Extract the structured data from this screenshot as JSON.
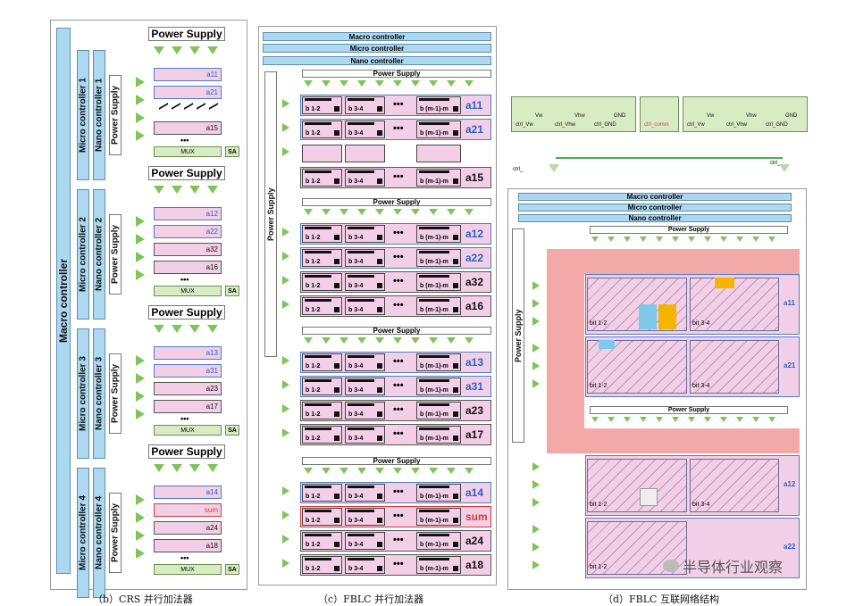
{
  "captions": {
    "b": "（b）CRS 并行加法器",
    "c": "（c）FBLC 并行加法器",
    "d": "（d）FBLC 互联网络结构"
  },
  "crs": {
    "macro": "Macro controller",
    "power": "Power Supply",
    "groups": [
      {
        "micro": "Micro controller 1",
        "nano": "Nano controller 1",
        "rows": [
          "a11",
          "a21",
          "",
          "a15"
        ],
        "row_colors": [
          "blue",
          "blue",
          "none",
          "black"
        ]
      },
      {
        "micro": "Micro controller 2",
        "nano": "Nano controller 2",
        "rows": [
          "a12",
          "a22",
          "a32",
          "a16"
        ],
        "row_colors": [
          "blue",
          "blue",
          "black",
          "black"
        ]
      },
      {
        "micro": "Micro controller 3",
        "nano": "Nano controller 3",
        "rows": [
          "a13",
          "a31",
          "a23",
          "a17"
        ],
        "row_colors": [
          "blue",
          "blue",
          "black",
          "black"
        ]
      },
      {
        "micro": "Micro controller 4",
        "nano": "Nano controller 4",
        "rows": [
          "a14",
          "sum",
          "a24",
          "a18"
        ],
        "row_colors": [
          "blue",
          "red",
          "black",
          "black"
        ]
      }
    ],
    "mux": "MUX",
    "sa": "SA",
    "dots": "•••"
  },
  "fblc": {
    "macro": "Macro controller",
    "micro": "Micro controller",
    "nano": "Nano controller",
    "power": "Power Supply",
    "cells": [
      "b 1-2",
      "b 3-4",
      "b (m-1)-m"
    ],
    "dots": "•••",
    "groups": [
      {
        "rows": [
          "a11",
          "a21",
          "a15"
        ],
        "row_colors": [
          "blue",
          "blue",
          "black"
        ]
      },
      {
        "rows": [
          "a12",
          "a22",
          "a32",
          "a16"
        ],
        "row_colors": [
          "blue",
          "blue",
          "black",
          "black"
        ]
      },
      {
        "rows": [
          "a13",
          "a31",
          "a23",
          "a17"
        ],
        "row_colors": [
          "blue",
          "blue",
          "black",
          "black"
        ]
      },
      {
        "rows": [
          "a14",
          "sum",
          "a24",
          "a18"
        ],
        "row_colors": [
          "blue",
          "red",
          "black",
          "black"
        ]
      }
    ]
  },
  "net": {
    "ctrl_boxes": [
      {
        "labels": [
          "ctrl_Vw",
          "Vw",
          "ctrl_Vhw",
          "Vhw",
          "ctrl_GND",
          "GND"
        ]
      },
      {
        "labels": [
          "ctrl_comm"
        ]
      },
      {
        "labels": [
          "ctrl_Vw",
          "Vw",
          "ctrl_Vhw",
          "Vhw",
          "ctrl_GND",
          "GND"
        ]
      }
    ],
    "ctrl_left": "ctrl_",
    "ctrl_right": "ctrl_",
    "macro": "Macro controller",
    "micro": "Micro controller",
    "nano": "Nano controller",
    "power": "Power Supply",
    "blocks": [
      {
        "label": "a11",
        "bits": [
          "bit 1-2",
          "bit 3-4"
        ]
      },
      {
        "label": "a21",
        "bits": [
          "bit 1-2",
          "bit 3-4"
        ]
      },
      {
        "label": "a12",
        "bits": [
          "bit 1-2",
          "bit 3-4"
        ]
      },
      {
        "label": "a22",
        "bits": [
          "bit 1-2",
          ""
        ]
      }
    ]
  },
  "watermark": "半导体行业观察"
}
